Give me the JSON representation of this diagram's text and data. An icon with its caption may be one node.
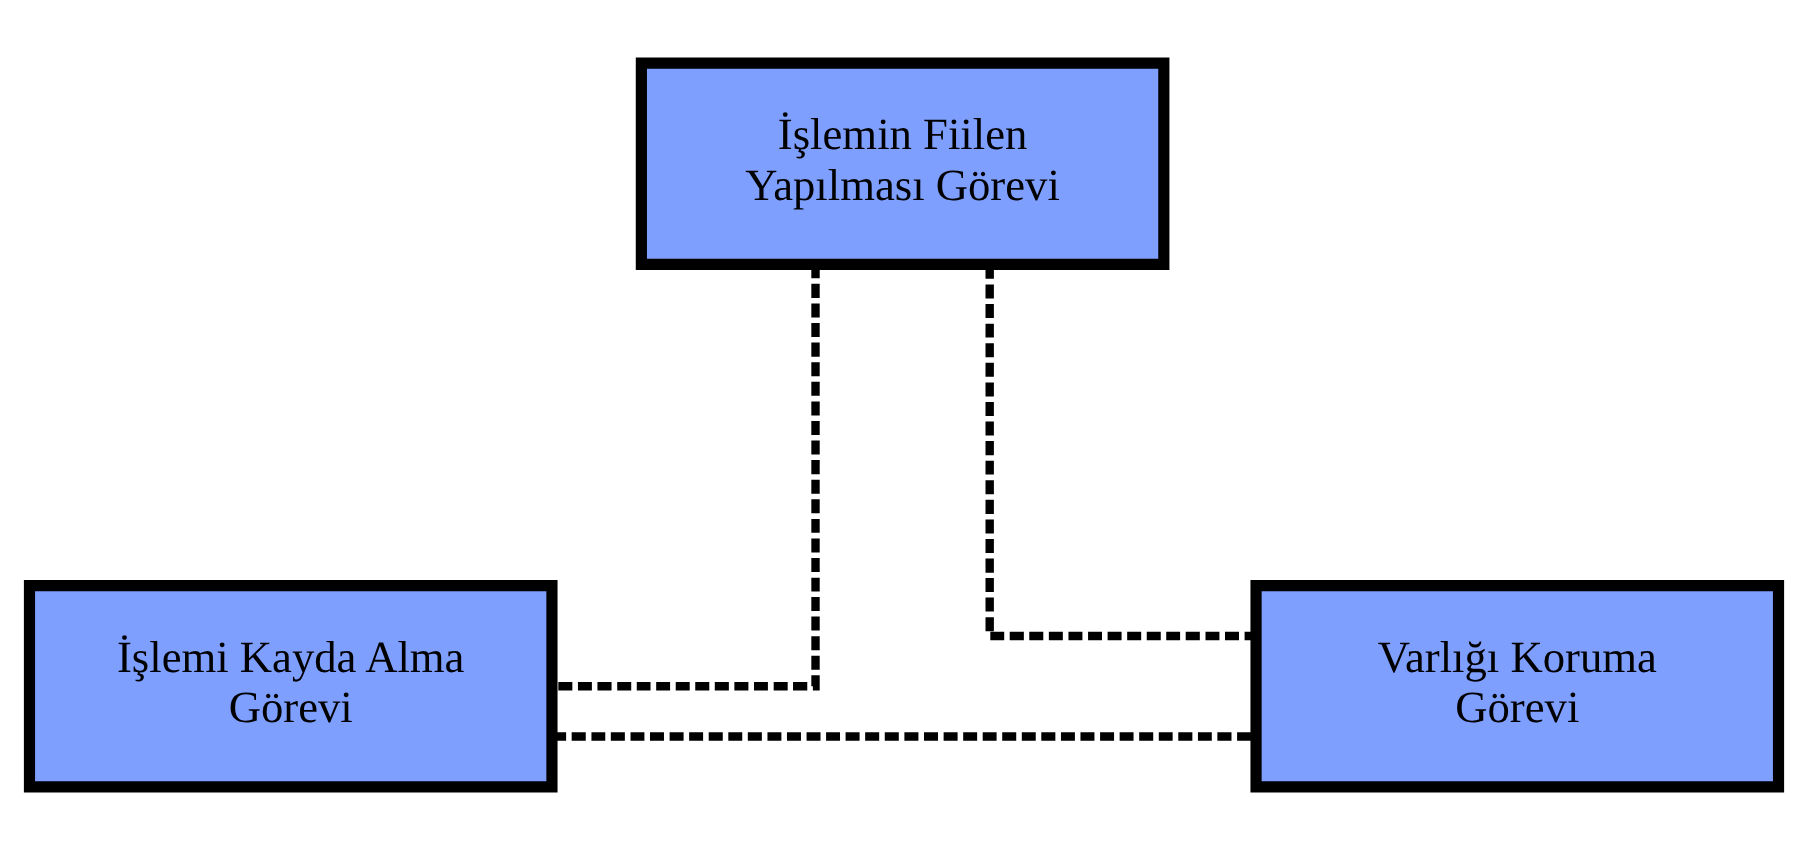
{
  "diagram": {
    "nodes": [
      {
        "text": [
          "İşlemin Fiilen Yapılması Görevi"
        ]
      },
      {
        "text": [
          "İşlemi Kayda Alma Görevi"
        ]
      },
      {
        "text": [
          "Varlığı Koruma Görevi"
        ]
      }
    ],
    "edges": [
      {
        "from": 0,
        "to": 1,
        "arrow": "none",
        "style": "dashed"
      },
      {
        "from": 0,
        "to": 2,
        "arrow": "none",
        "style": "dashed"
      },
      {
        "from": 1,
        "to": 2,
        "arrow": "none",
        "style": "dashed"
      }
    ]
  }
}
